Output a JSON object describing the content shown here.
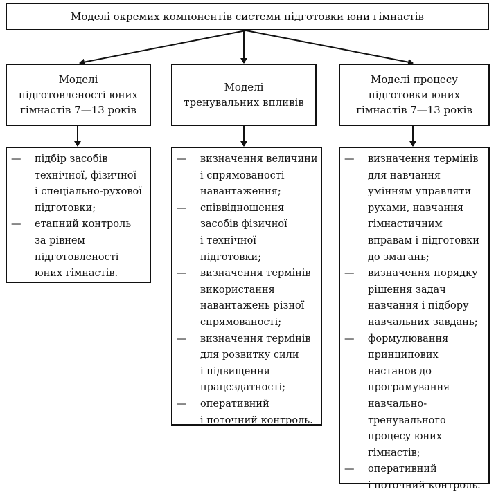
{
  "title": "Моделі окремих компонентів системи підготовки юни гімнастів",
  "columns": [
    {
      "heading": [
        "Моделі",
        "підготовленості юних",
        "гімнастів 7—13 років"
      ],
      "bullet": "—",
      "items": [
        [
          "підбір засобів",
          "технічної, фізичної",
          "і спеціально-рухової",
          "підготовки;"
        ],
        [
          "етапний контроль",
          "за рівнем",
          "підготовленості",
          "юних гімнастів."
        ]
      ]
    },
    {
      "heading": [
        "Моделі",
        "тренувальних впливів"
      ],
      "bullet": "—",
      "items": [
        [
          "визначення величини",
          "і спрямованості",
          "навантаження;"
        ],
        [
          "співвідношення",
          "засобів фізичної",
          "і технічної",
          "підготовки;"
        ],
        [
          "визначення термінів",
          "використання",
          "навантажень різної",
          "спрямованості;"
        ],
        [
          "визначення термінів",
          "для розвитку сили",
          "і підвищення",
          "працездатності;"
        ],
        [
          "оперативний",
          "і поточний контроль."
        ]
      ]
    },
    {
      "heading": [
        "Моделі процесу",
        "підготовки юних",
        "гімнастів 7—13 років"
      ],
      "bullet": "—",
      "items": [
        [
          "визначення термінів",
          "для навчання",
          "умінням управляти",
          "рухами, навчання",
          "гімнастичним",
          "вправам і підготовки",
          "до змагань;"
        ],
        [
          "визначення порядку",
          "рішення задач",
          "навчання і підбору",
          "навчальних завдань;"
        ],
        [
          "формулювання",
          "принципових",
          "настанов до",
          "програмування",
          "навчально-",
          "тренувального",
          "процесу юних",
          "гімнастів;"
        ],
        [
          "оперативний",
          "і поточний контроль."
        ]
      ]
    }
  ]
}
